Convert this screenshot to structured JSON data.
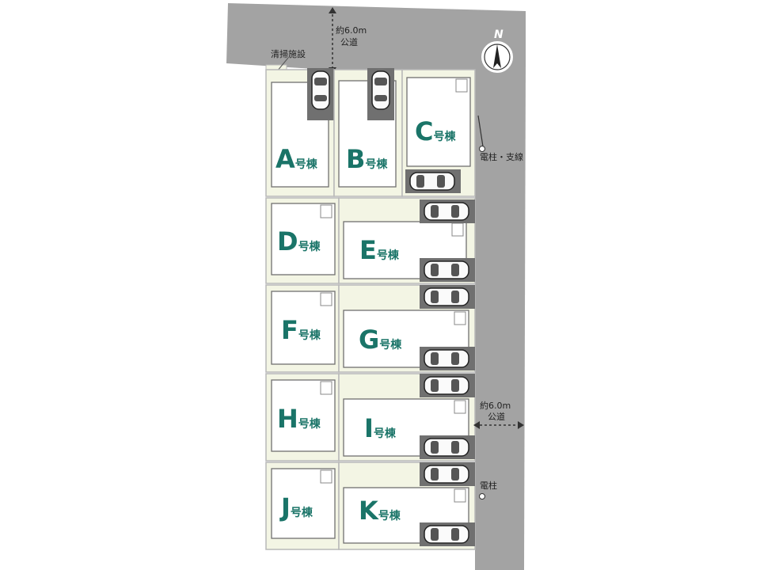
{
  "colors": {
    "road": "#a3a3a3",
    "lot": "#f3f5e4",
    "lot_border": "#b8b8b8",
    "building": "#ffffff",
    "building_border": "#707070",
    "label": "#1a7468",
    "parking": "#707070"
  },
  "roads": {
    "north": {
      "width_text": "約6.0m",
      "type_text": "公道"
    },
    "east": {
      "width_text": "約6.0m",
      "type_text": "公道"
    }
  },
  "compass": {
    "letter": "N"
  },
  "facilities": {
    "cleaning_station": "清掃施設",
    "pole_and_guy": "電柱・支線",
    "pole": "電柱"
  },
  "unit_suffix": "号棟",
  "units": [
    {
      "id": "A",
      "suffix": "号棟"
    },
    {
      "id": "B",
      "suffix": "号棟"
    },
    {
      "id": "C",
      "suffix": "号棟"
    },
    {
      "id": "D",
      "suffix": "号棟"
    },
    {
      "id": "E",
      "suffix": "号棟"
    },
    {
      "id": "F",
      "suffix": "号棟"
    },
    {
      "id": "G",
      "suffix": "号棟"
    },
    {
      "id": "H",
      "suffix": "号棟"
    },
    {
      "id": "I",
      "suffix": "号棟"
    },
    {
      "id": "J",
      "suffix": "号棟"
    },
    {
      "id": "K",
      "suffix": "号棟"
    }
  ]
}
